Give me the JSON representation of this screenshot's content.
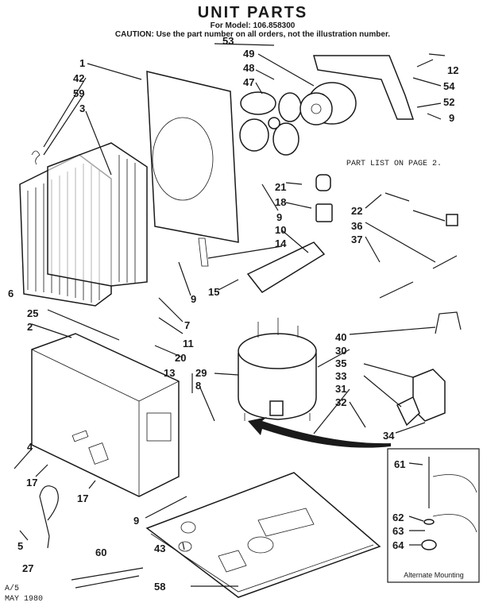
{
  "header": {
    "title": "UNIT PARTS",
    "model_line": "For Model: 106.858300",
    "caution": "CAUTION: Use the part number on all orders, not the illustration number."
  },
  "note": "PART LIST ON PAGE 2.",
  "footer": {
    "code": "A/5",
    "date": "MAY 1980"
  },
  "inset": {
    "caption": "Alternate Mounting"
  },
  "callouts": {
    "n1": "1",
    "n2": "2",
    "n3": "3",
    "n4": "4",
    "n5": "5",
    "n6": "6",
    "n7": "7",
    "n8": "8",
    "n9a": "9",
    "n9b": "9",
    "n9c": "9",
    "n9d": "9",
    "n10": "10",
    "n11": "11",
    "n12": "12",
    "n13": "13",
    "n14": "14",
    "n15": "15",
    "n17a": "17",
    "n17b": "17",
    "n18": "18",
    "n20": "20",
    "n21": "21",
    "n22": "22",
    "n25": "25",
    "n27": "27",
    "n29": "29",
    "n30": "30",
    "n31": "31",
    "n32": "32",
    "n33": "33",
    "n34": "34",
    "n35": "35",
    "n36": "36",
    "n37": "37",
    "n40": "40",
    "n42": "42",
    "n43": "43",
    "n47": "47",
    "n48": "48",
    "n49": "49",
    "n52": "52",
    "n53": "53",
    "n54": "54",
    "n58": "58",
    "n59": "59",
    "n60": "60",
    "n61": "61",
    "n62": "62",
    "n63": "63",
    "n64": "64"
  }
}
